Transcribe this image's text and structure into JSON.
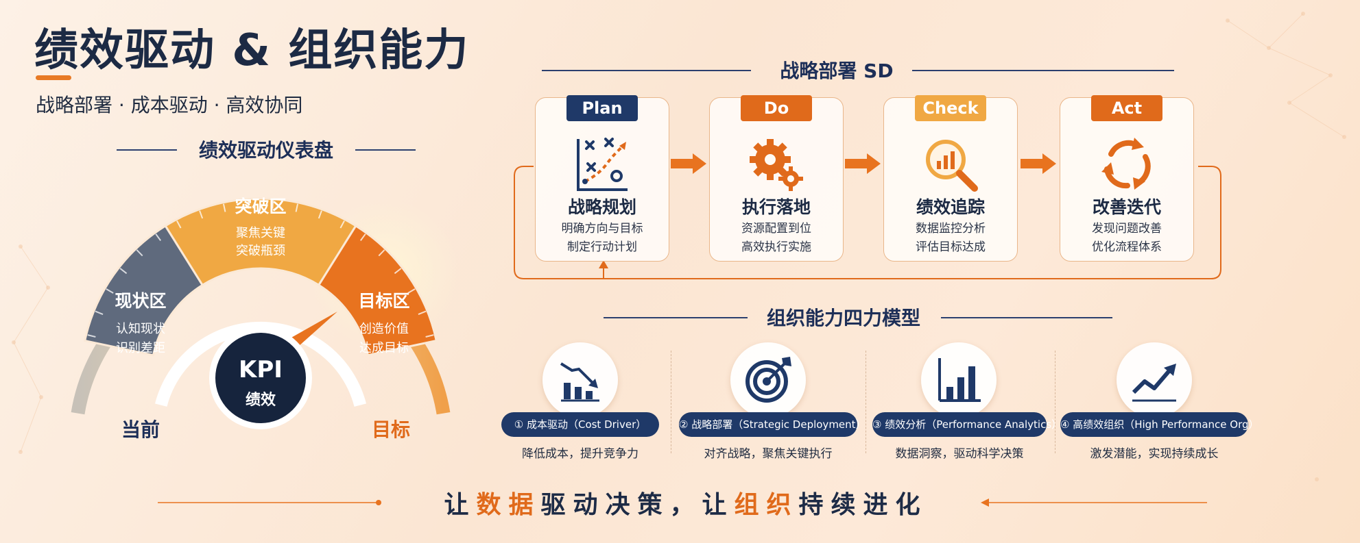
{
  "header": {
    "title": "绩效驱动 & 组织能力",
    "subtitle": "战略部署 · 成本驱动 · 高效协同"
  },
  "dashboard": {
    "title": "绩效驱动仪表盘",
    "zones": [
      {
        "name": "现状区",
        "line1": "认知现状",
        "line2": "识别差距"
      },
      {
        "name": "突破区",
        "line1": "聚焦关键",
        "line2": "突破瓶颈"
      },
      {
        "name": "目标区",
        "line1": "创造价值",
        "line2": "达成目标"
      }
    ],
    "hub": {
      "line1": "KPI",
      "line2": "绩效"
    },
    "left_label": "当前",
    "right_label": "目标",
    "colors": {
      "current": "#5f6a7d",
      "breakthrough": "#f0a843",
      "target": "#e8731f",
      "hub": "#16243d"
    }
  },
  "pdca": {
    "title": "战略部署 SD",
    "steps": [
      {
        "badge": "Plan",
        "badge_color": "#1f3968",
        "icon": "strategy-board-icon",
        "title": "战略规划",
        "desc1": "明确方向与目标",
        "desc2": "制定行动计划"
      },
      {
        "badge": "Do",
        "badge_color": "#e06a1b",
        "icon": "gears-icon",
        "title": "执行落地",
        "desc1": "资源配置到位",
        "desc2": "高效执行实施"
      },
      {
        "badge": "Check",
        "badge_color": "#f0a843",
        "icon": "magnifier-chart-icon",
        "title": "绩效追踪",
        "desc1": "数据监控分析",
        "desc2": "评估目标达成"
      },
      {
        "badge": "Act",
        "badge_color": "#e06a1b",
        "icon": "cycle-arrows-icon",
        "title": "改善迭代",
        "desc1": "发现问题改善",
        "desc2": "优化流程体系"
      }
    ]
  },
  "model": {
    "title": "组织能力四力模型",
    "items": [
      {
        "icon": "cost-down-chart-icon",
        "label": "① 成本驱动（Cost Driver）",
        "desc": "降低成本，提升竞争力"
      },
      {
        "icon": "target-icon",
        "label": "② 战略部署（Strategic Deployment）",
        "desc": "对齐战略，聚焦关键执行"
      },
      {
        "icon": "bar-chart-icon",
        "label": "③ 绩效分析（Performance Analytics）",
        "desc": "数据洞察，驱动科学决策"
      },
      {
        "icon": "trend-up-icon",
        "label": "④ 高绩效组织（High Performance Org）",
        "desc": "激发潜能，实现持续成长"
      }
    ]
  },
  "slogan": {
    "p1": "让",
    "h1": "数据",
    "p2": "驱动决策，让",
    "h2": "组织",
    "p3": "持续进化"
  }
}
